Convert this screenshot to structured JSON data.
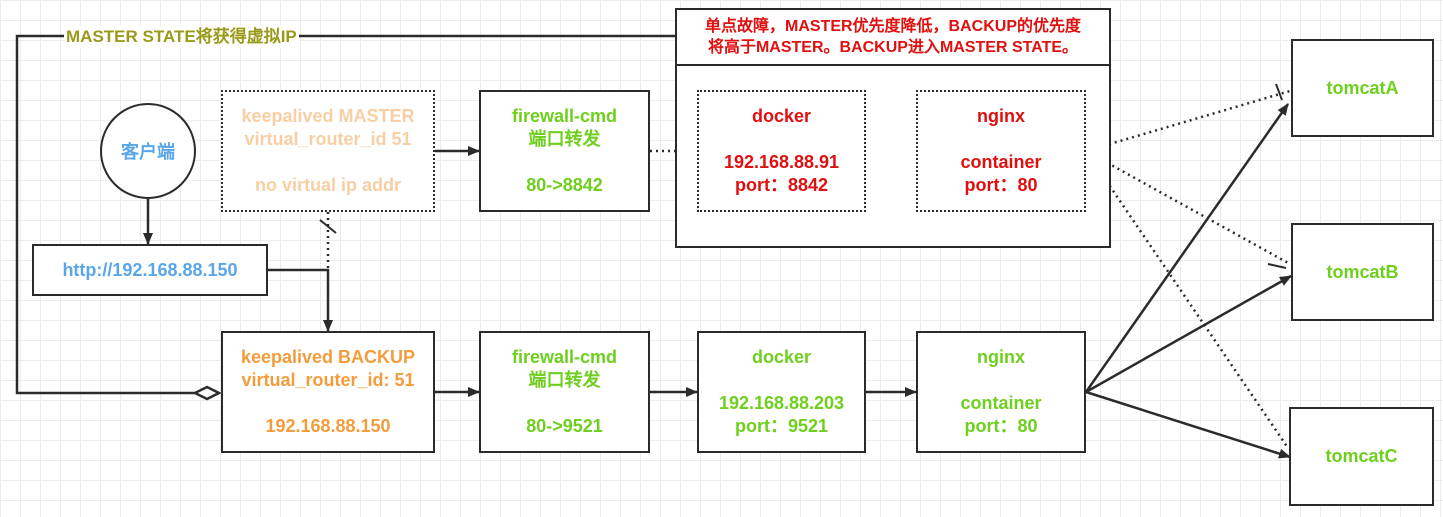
{
  "top_label": "MASTER STATE将获得虚拟IP",
  "note": {
    "line1": "单点故障，MASTER优先度降低，BACKUP的优先度",
    "line2": "将高于MASTER。BACKUP进入MASTER STATE。"
  },
  "client": {
    "label": "客户端"
  },
  "url_box": {
    "text": "http://192.168.88.150"
  },
  "master": {
    "keepalived": {
      "line1": "keepalived MASTER",
      "line2": "virtual_router_id 51",
      "line3": "no virtual ip addr"
    },
    "firewall": {
      "line1": "firewall-cmd",
      "line2": "端口转发",
      "line3": "80->8842"
    },
    "docker": {
      "line1": "docker",
      "line2": "192.168.88.91",
      "line3": "port：8842"
    },
    "nginx": {
      "line1": "nginx",
      "line2": "container",
      "line3": "port：80"
    }
  },
  "backup": {
    "keepalived": {
      "line1": "keepalived BACKUP",
      "line2": "virtual_router_id: 51",
      "line3": "192.168.88.150"
    },
    "firewall": {
      "line1": "firewall-cmd",
      "line2": "端口转发",
      "line3": "80->9521"
    },
    "docker": {
      "line1": "docker",
      "line2": "192.168.88.203",
      "line3": "port：9521"
    },
    "nginx": {
      "line1": "nginx",
      "line2": "container",
      "line3": "port：80"
    }
  },
  "tomcats": {
    "a": "tomcatA",
    "b": "tomcatB",
    "c": "tomcatC"
  },
  "colors": {
    "green": "#6fcf1e",
    "orange": "#f49c3c",
    "peach": "#f8cfa4",
    "red": "#e01010",
    "blue": "#5aa6e8",
    "olive": "#9a9a1a",
    "line": "#2b2b2b"
  }
}
